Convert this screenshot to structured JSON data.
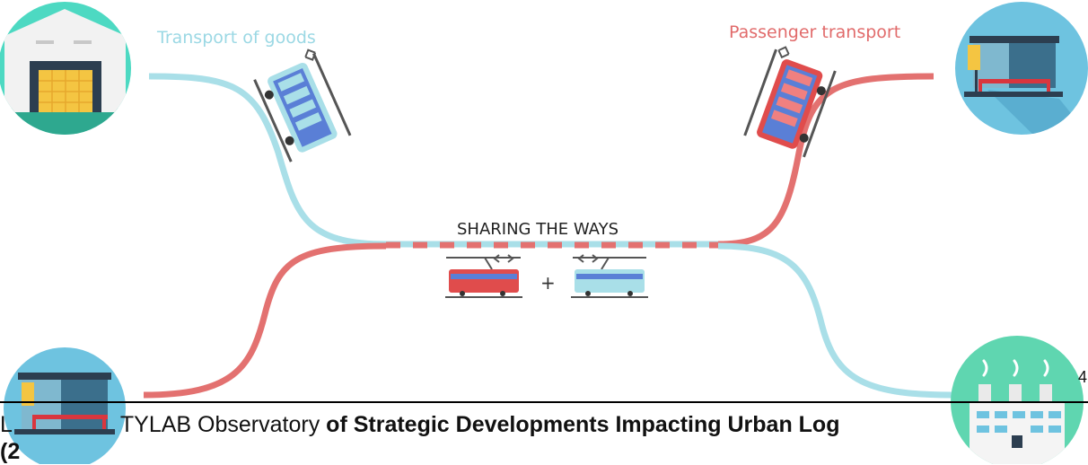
{
  "labels": {
    "goods": "Transport of goods",
    "passenger": "Passenger transport",
    "sharing": "SHARING THE WAYS",
    "plus": "+"
  },
  "footer": {
    "prefix": "L",
    "title_regular": "TYLAB Observatory",
    "title_bold": "of Strategic Developments Impacting Urban Log",
    "year_fragment": "(2",
    "page_fragment": "4"
  },
  "colors": {
    "goods": "#a9dfe8",
    "passenger": "#e37170",
    "goods_text": "#9bd8e4",
    "passenger_text": "#e16b6b",
    "teal": "#4dd9c2",
    "icon_blue": "#6ec3e0",
    "factory_green": "#5fd6b0"
  },
  "icons": [
    "warehouse-icon",
    "bus-stop-icon",
    "factory-icon",
    "tram-icon"
  ]
}
